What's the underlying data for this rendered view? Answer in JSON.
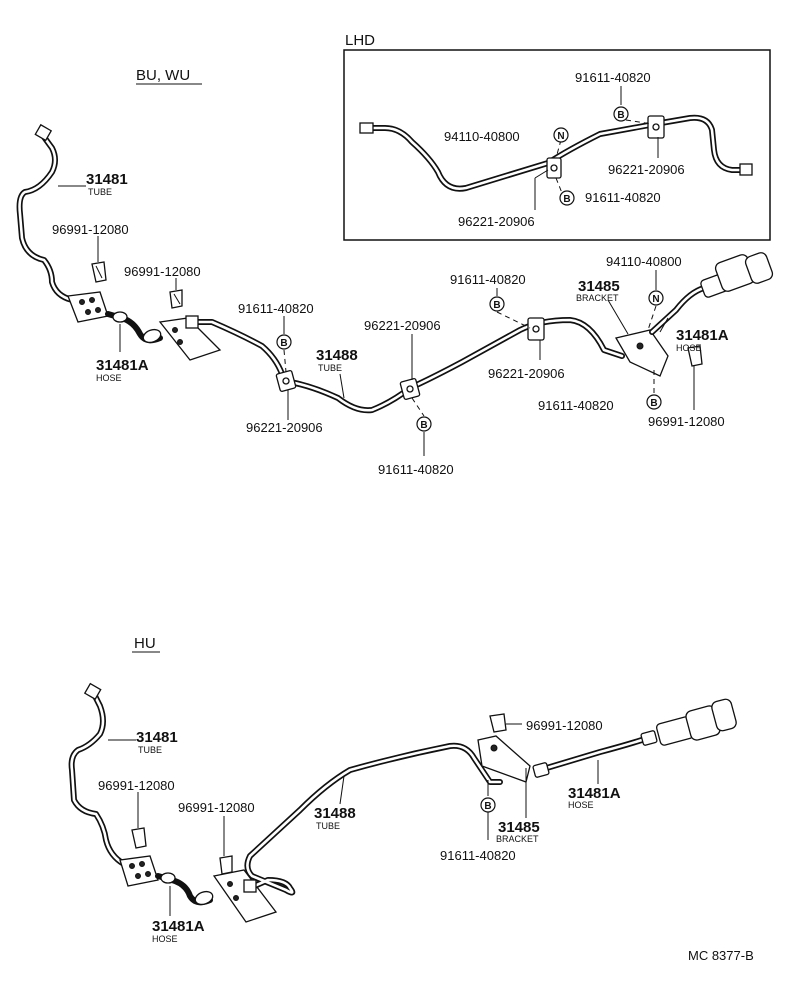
{
  "sections": {
    "bu_wu": "BU, WU",
    "lhd": "LHD",
    "hu": "HU"
  },
  "parts": {
    "tube_31481": "31481",
    "tube_31488": "31488",
    "hose_31481A": "31481A",
    "bracket_31485": "31485",
    "clip_96991": "96991-12080",
    "bolt_91611": "91611-40820",
    "clamp_96221": "96221-20906",
    "nut_94110": "94110-40800"
  },
  "captions": {
    "tube": "TUBE",
    "hose": "HOSE",
    "bracket": "BRACKET"
  },
  "badges": {
    "bolt": "B",
    "nut": "N"
  },
  "figure_code": "MC 8377-B"
}
